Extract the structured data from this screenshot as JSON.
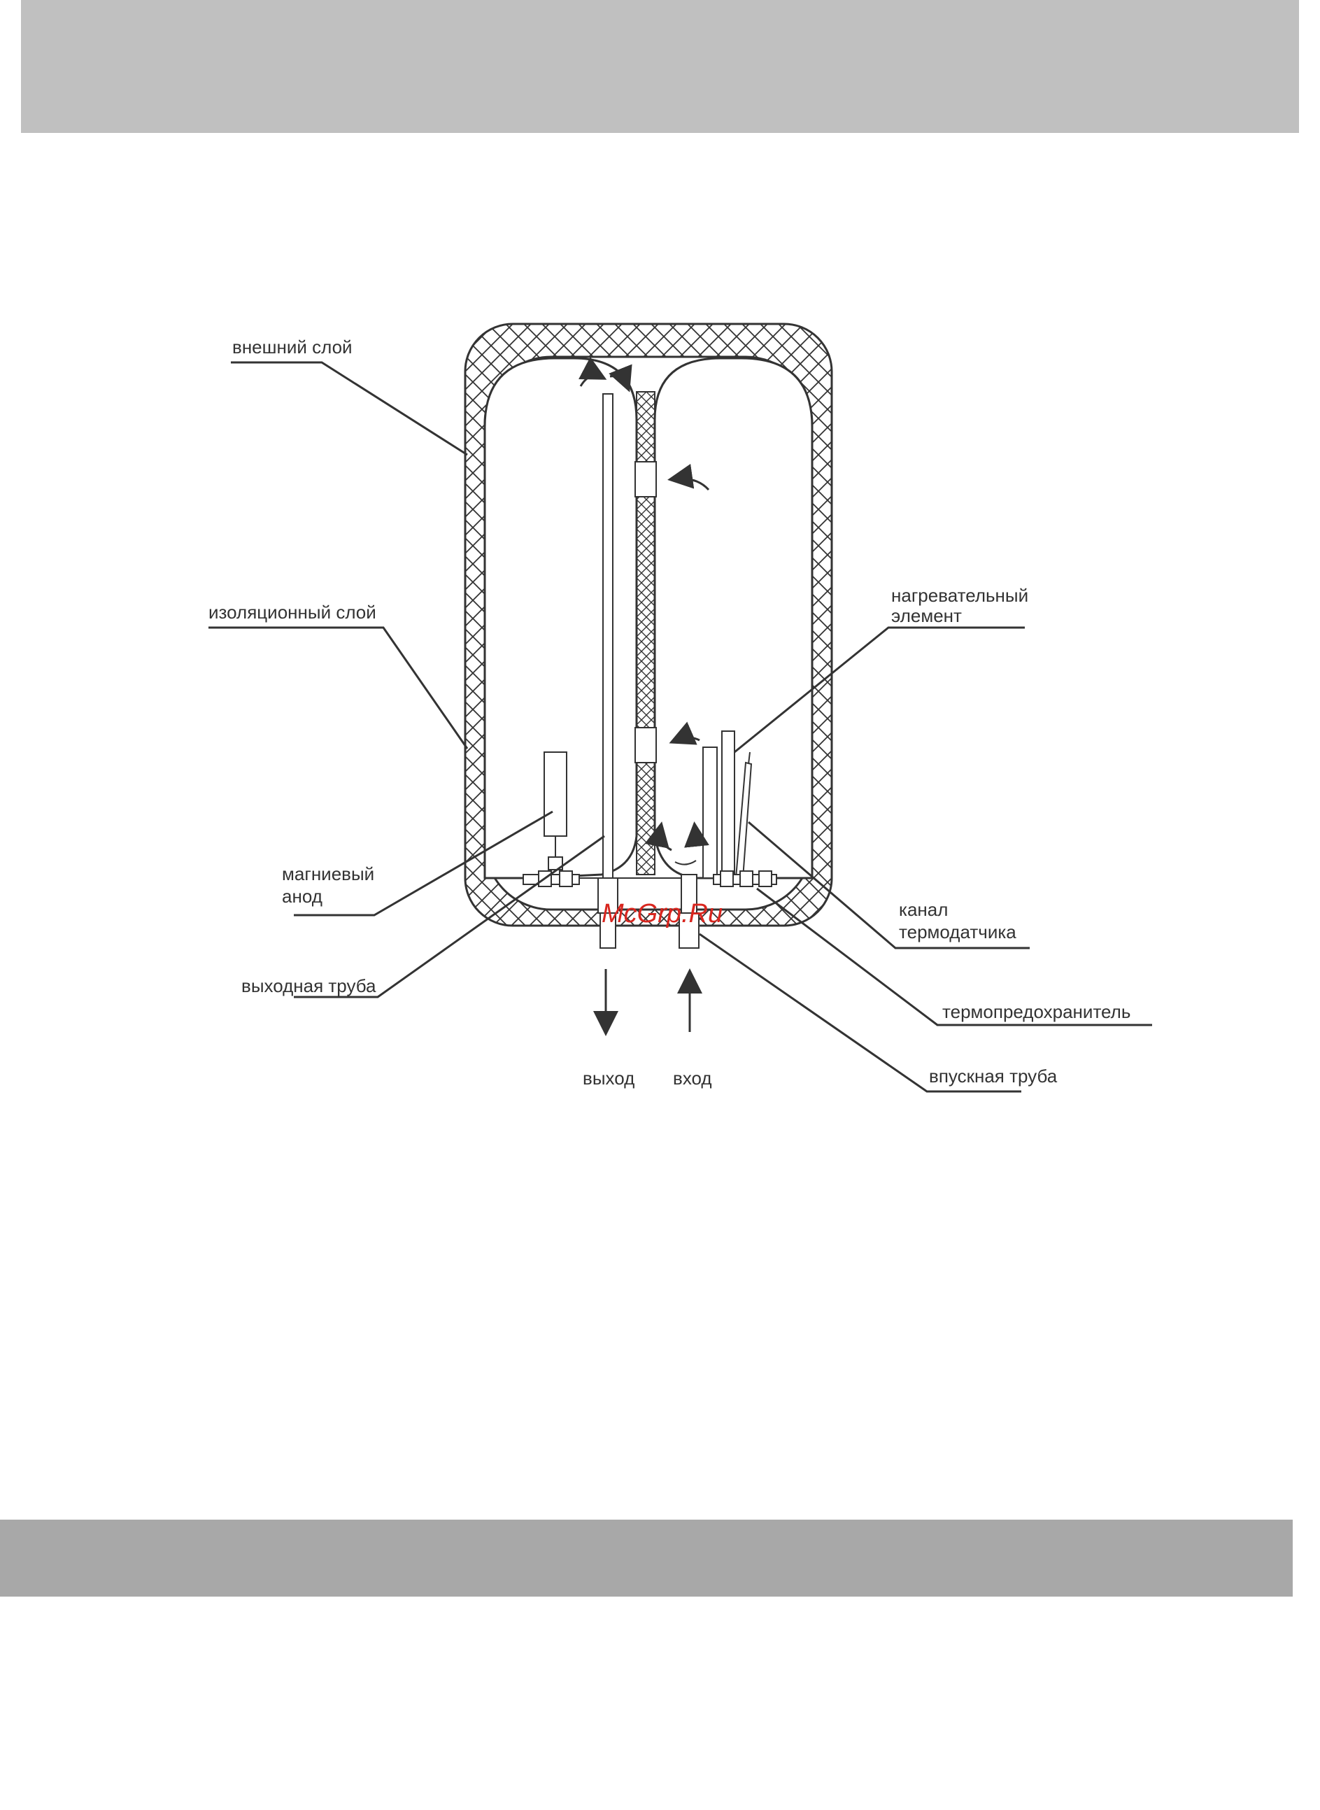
{
  "labels": {
    "outer_layer": "внешний слой",
    "insulation_layer": "изоляционный слой",
    "heating_element_line1": "нагревательный",
    "heating_element_line2": "элемент",
    "magnesium_anode_line1": "магниевый",
    "magnesium_anode_line2": "анод",
    "outlet_pipe": "выходная труба",
    "sensor_channel_line1": "канал",
    "sensor_channel_line2": "термодатчика",
    "thermal_fuse": "термопредохранитель",
    "inlet_pipe": "впускная труба",
    "outlet": "выход",
    "inlet": "вход"
  },
  "watermark": "McGrp.Ru",
  "colors": {
    "top_band": "#c0c0c0",
    "bottom_band": "#a8a8a8",
    "line": "#333333",
    "watermark": "#d8261f"
  }
}
